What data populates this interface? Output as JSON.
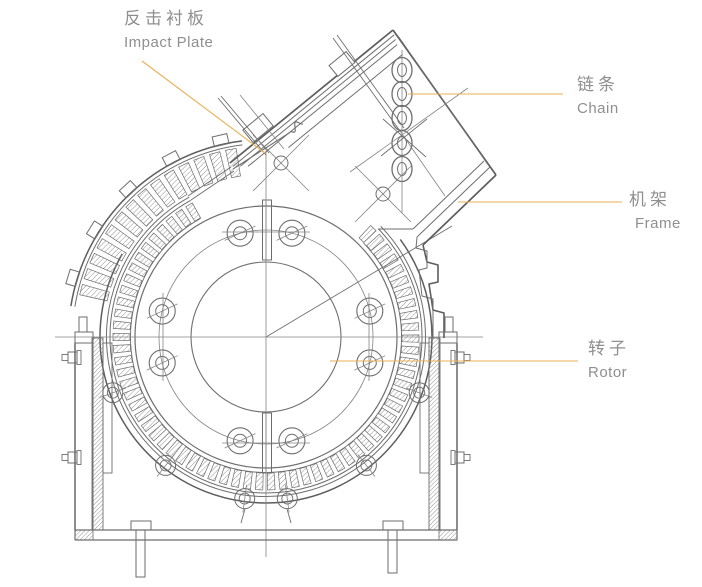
{
  "diagram": {
    "labels": {
      "impact_plate": {
        "zh": "反击衬板",
        "en": "Impact Plate"
      },
      "chain": {
        "zh": "链条",
        "en": "Chain"
      },
      "frame": {
        "zh": "机架",
        "en": "Frame"
      },
      "rotor": {
        "zh": "转子",
        "en": "Rotor"
      }
    },
    "colors": {
      "background": "#ffffff",
      "line": "#6e6e6e",
      "line_heavy": "#5d5d5d",
      "centerline": "#858585",
      "hatch": "#7a7a7a",
      "leader": "#e9b155",
      "text": "#8f8f8f"
    }
  }
}
